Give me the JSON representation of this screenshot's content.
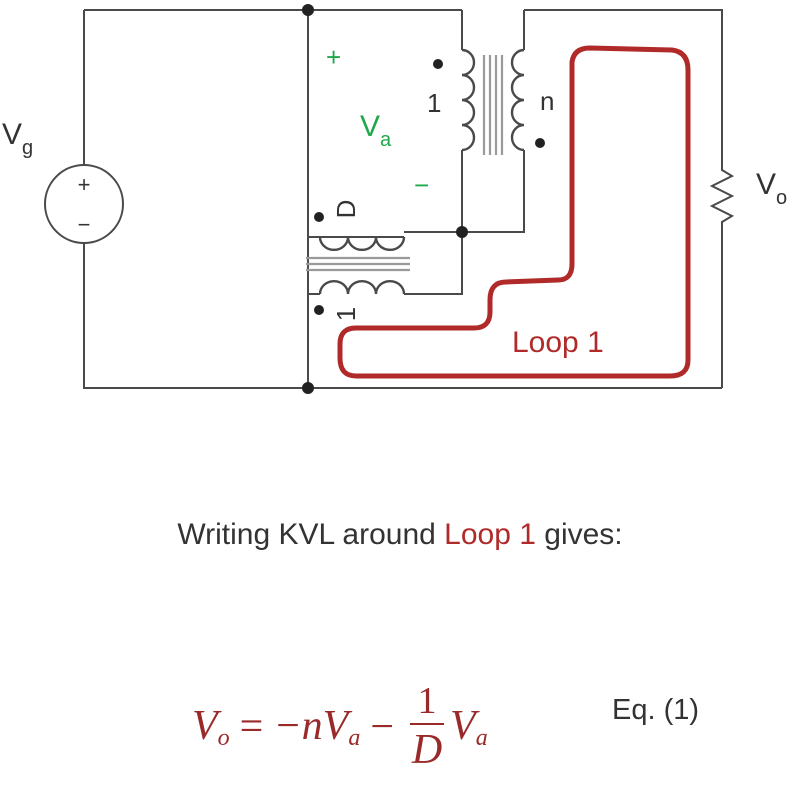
{
  "circuit": {
    "source_label": "V",
    "source_sub": "g",
    "source_plus": "+",
    "source_minus": "−",
    "va_plus": "+",
    "va_label": "V",
    "va_sub": "a",
    "va_minus": "−",
    "upper_turns_primary": "1",
    "upper_turns_secondary": "n",
    "lower_turns_top": "D",
    "lower_turns_bottom": "1",
    "load_label": "V",
    "load_sub": "o",
    "loop_label": "Loop 1",
    "colors": {
      "wire": "#4a4a4a",
      "loop": "#b02a2a",
      "voltage": "#1fa84a"
    }
  },
  "text": {
    "sentence_before": "Writing KVL around ",
    "sentence_highlight": "Loop 1",
    "sentence_after": " gives:"
  },
  "equation": {
    "lhs": "V",
    "lhs_sub": "o",
    "eq": "=",
    "term1": "−nV",
    "term1_sub": "a",
    "minus": "−",
    "frac_num": "1",
    "frac_den": "D",
    "term2": "V",
    "term2_sub": "a",
    "label": "Eq. (1)"
  }
}
